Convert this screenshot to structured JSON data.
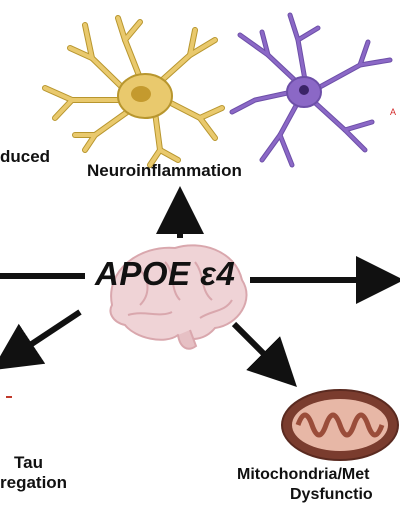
{
  "center": {
    "label": "APOE ε4"
  },
  "labels": {
    "left_top": "duced",
    "neuroinflammation": "Neuroinflammation",
    "tau_line1": "Tau",
    "tau_line2": "regation",
    "mito_line1": "Mitochondria/Met",
    "mito_line2": "Dysfunctio",
    "right_top_red": "A"
  },
  "colors": {
    "astrocyte_fill": "#e9c96d",
    "astrocyte_nucleus": "#c49a2e",
    "microglia_fill": "#8b68c6",
    "microglia_nucleus": "#3a2367",
    "brain_fill": "#efd3d6",
    "mito_outer": "#7a3c2e",
    "arrow": "#111111"
  }
}
